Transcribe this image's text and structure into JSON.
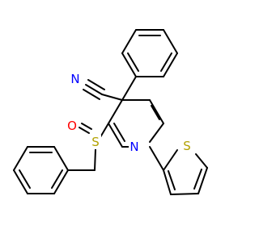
{
  "molecule": {
    "atoms": {
      "N_nitrile": {
        "symbol": "N",
        "color": "#0000ff"
      },
      "O_sulfinyl": {
        "symbol": "O",
        "color": "#ff0000"
      },
      "S_sulfinyl": {
        "symbol": "S",
        "color": "#b2a100"
      },
      "N_pyridine": {
        "symbol": "N",
        "color": "#0000ff"
      },
      "S_thiophene": {
        "symbol": "S",
        "color": "#b2a100"
      }
    },
    "colors": {
      "bond": "#000000",
      "background": "#ffffff"
    }
  }
}
